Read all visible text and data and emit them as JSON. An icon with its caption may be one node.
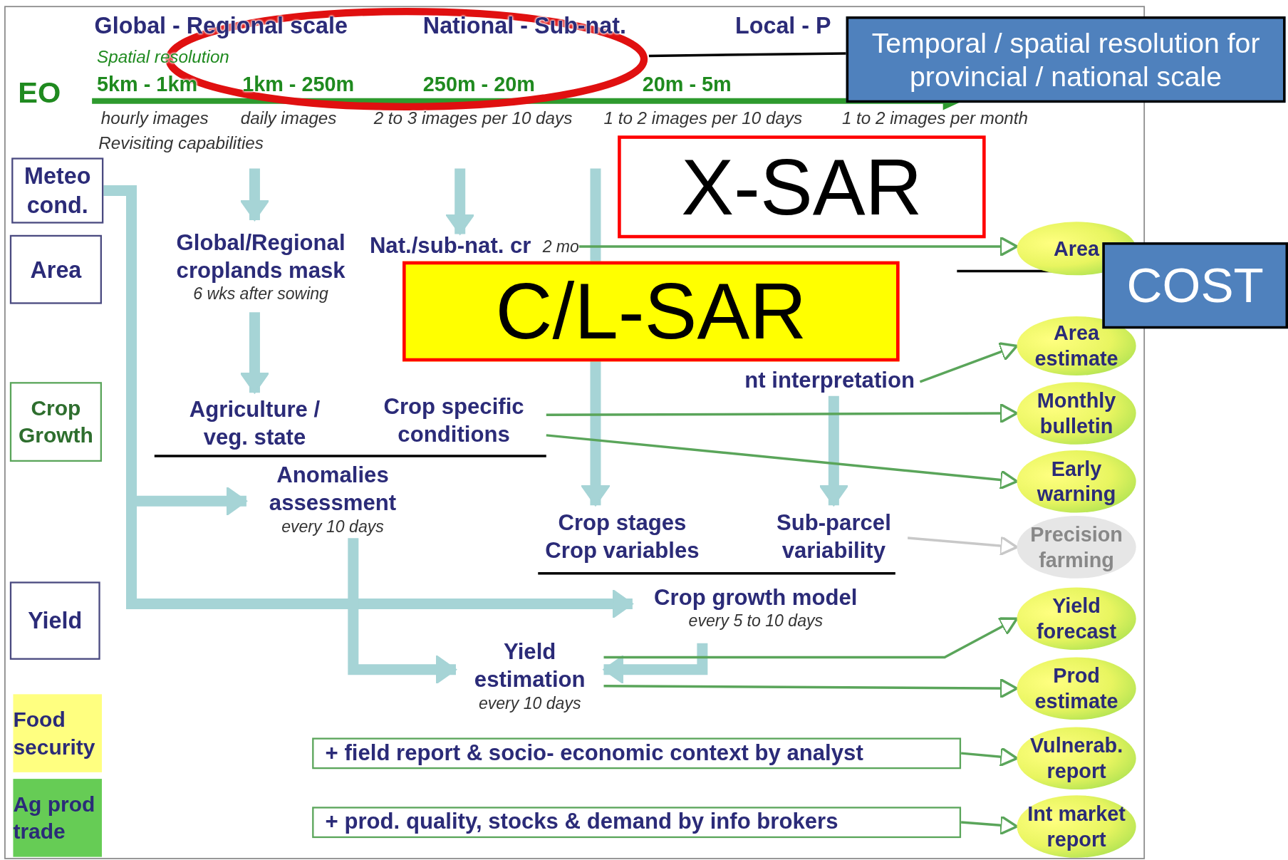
{
  "diagram": {
    "nodes": [
      {
        "text": [
          "Temporal / spatial resolution for provincial / national scale"
        ]
      },
      {
        "text": [],
        "shape": "ellipse"
      },
      {
        "text": [
          "X-SAR"
        ]
      },
      {
        "text": [
          "C/L-SAR"
        ]
      },
      {
        "text": [
          "COST"
        ]
      },
      {
        "text": [
          "Meteo cond."
        ]
      },
      {
        "text": [
          "Area"
        ]
      },
      {
        "text": [
          "Crop Growth"
        ]
      },
      {
        "text": [
          "Yield"
        ]
      },
      {
        "text": [
          "Food security"
        ]
      },
      {
        "text": [
          "Ag prod trade"
        ]
      },
      {
        "text": [
          "Global/Regional croplands mask"
        ],
        "beside": [
          "6 wks after sowing"
        ]
      },
      {
        "text": [
          "Nat./sub-nat. cr"
        ],
        "beside": [
          "2 mo"
        ]
      },
      {
        "text": [
          "nt interpretation"
        ]
      },
      {
        "text": [
          "Agriculture / veg. state"
        ]
      },
      {
        "text": [
          "Crop specific conditions"
        ]
      },
      {
        "text": [
          "Anomalies assessment"
        ],
        "beside": [
          "every 10 days"
        ]
      },
      {
        "text": [
          "Crop stages Crop variables"
        ]
      },
      {
        "text": [
          "Sub-parcel variability"
        ]
      },
      {
        "text": [
          "Crop growth model"
        ],
        "beside": [
          "every 5 to 10 days"
        ]
      },
      {
        "text": [
          "Yield estimation"
        ],
        "beside": [
          "every 10 days"
        ]
      },
      {
        "text": [
          "+ field report & socio- economic context by analyst"
        ]
      },
      {
        "text": [
          "+ prod. quality, stocks & demand by info brokers"
        ]
      },
      {
        "text": [
          "Area"
        ]
      },
      {
        "text": [
          "Area estimate"
        ]
      },
      {
        "text": [
          "Monthly bulletin"
        ]
      },
      {
        "text": [
          "Early warning"
        ]
      },
      {
        "text": [
          "Precision farming"
        ]
      },
      {
        "text": [
          "Yield forecast"
        ]
      },
      {
        "text": [
          "Prod estimate"
        ]
      },
      {
        "text": [
          "Vulnerab. report"
        ]
      },
      {
        "text": [
          "Int market report"
        ]
      }
    ],
    "edges": [
      {
        "from": 0,
        "to": 1,
        "arrow": "none",
        "color": "#000000"
      },
      {
        "from": 4,
        "to": null,
        "arrow": "none",
        "color": "#000000"
      },
      {
        "from": null,
        "to": 11,
        "arrow": "to",
        "style": "thick",
        "color": "#a6d4d6"
      },
      {
        "from": null,
        "to": 12,
        "arrow": "to",
        "style": "thick",
        "color": "#a6d4d6"
      },
      {
        "from": null,
        "to": 17,
        "arrow": "to",
        "style": "thick",
        "color": "#a6d4d6"
      },
      {
        "from": 11,
        "to": 14,
        "arrow": "to",
        "style": "thick",
        "color": "#a6d4d6"
      },
      {
        "from": 13,
        "to": 18,
        "arrow": "to",
        "style": "thick",
        "color": "#a6d4d6"
      },
      {
        "from": 5,
        "to": 16,
        "arrow": "to",
        "style": "thick",
        "color": "#a6d4d6"
      },
      {
        "from": 5,
        "to": 19,
        "arrow": "to",
        "style": "thick",
        "color": "#a6d4d6"
      },
      {
        "from": 16,
        "to": 20,
        "arrow": "to",
        "style": "thick",
        "color": "#a6d4d6"
      },
      {
        "from": 19,
        "to": 20,
        "arrow": "to",
        "style": "thick",
        "color": "#a6d4d6"
      },
      {
        "from": 12,
        "to": 23,
        "arrow": "to",
        "color": "#5aa55a"
      },
      {
        "from": 13,
        "to": 24,
        "arrow": "to",
        "color": "#5aa55a"
      },
      {
        "from": 15,
        "to": 25,
        "arrow": "to",
        "color": "#5aa55a"
      },
      {
        "from": 15,
        "to": 26,
        "arrow": "to",
        "color": "#5aa55a"
      },
      {
        "from": 18,
        "to": 27,
        "arrow": "to",
        "color": "#c8c8c8"
      },
      {
        "from": 20,
        "to": 28,
        "arrow": "to",
        "color": "#5aa55a"
      },
      {
        "from": 20,
        "to": 29,
        "arrow": "to",
        "color": "#5aa55a"
      },
      {
        "from": 21,
        "to": 30,
        "arrow": "to",
        "color": "#5aa55a"
      },
      {
        "from": 22,
        "to": 31,
        "arrow": "to",
        "color": "#5aa55a"
      }
    ],
    "labels": [
      "Global - Regional scale",
      "National - Sub-nat.",
      "Local - P",
      "Spatial resolution",
      "EO",
      "5km - 1km",
      "1km - 250m",
      "250m - 20m",
      "20m - 5m",
      "hourly images",
      "daily images",
      "2 to 3 images per 10 days",
      "1 to 2 images per 10 days",
      "1 to 2 images per month",
      "Revisiting capabilities"
    ]
  }
}
